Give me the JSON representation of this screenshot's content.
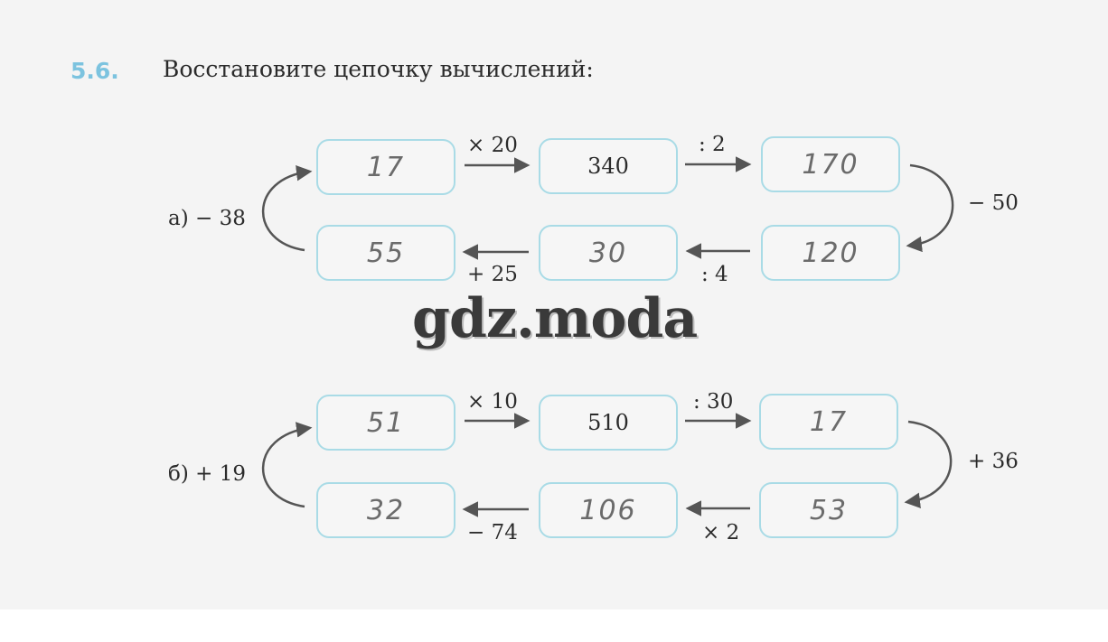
{
  "task": {
    "number": "5.6.",
    "title": "Восстановите цепочку вычислений:"
  },
  "watermark": "gdz.moda",
  "chain_a": {
    "label": "а) − 38",
    "top_row": {
      "box1": "17",
      "op1": "× 20",
      "box2": "340",
      "op2": ": 2",
      "box3": "170"
    },
    "right_op": "− 50",
    "bottom_row": {
      "box4": "120",
      "op3": ": 4",
      "box5": "30",
      "op4": "+ 25",
      "box6": "55"
    }
  },
  "chain_b": {
    "label": "б) + 19",
    "top_row": {
      "box1": "51",
      "op1": "× 10",
      "box2": "510",
      "op2": ": 30",
      "box3": "17"
    },
    "right_op": "+ 36",
    "bottom_row": {
      "box4": "53",
      "op3": "× 2",
      "box5": "106",
      "op4": "− 74",
      "box6": "32"
    }
  },
  "colors": {
    "box_border": "#a9dbe6",
    "task_number": "#7cc3df",
    "arrow": "#555555"
  }
}
